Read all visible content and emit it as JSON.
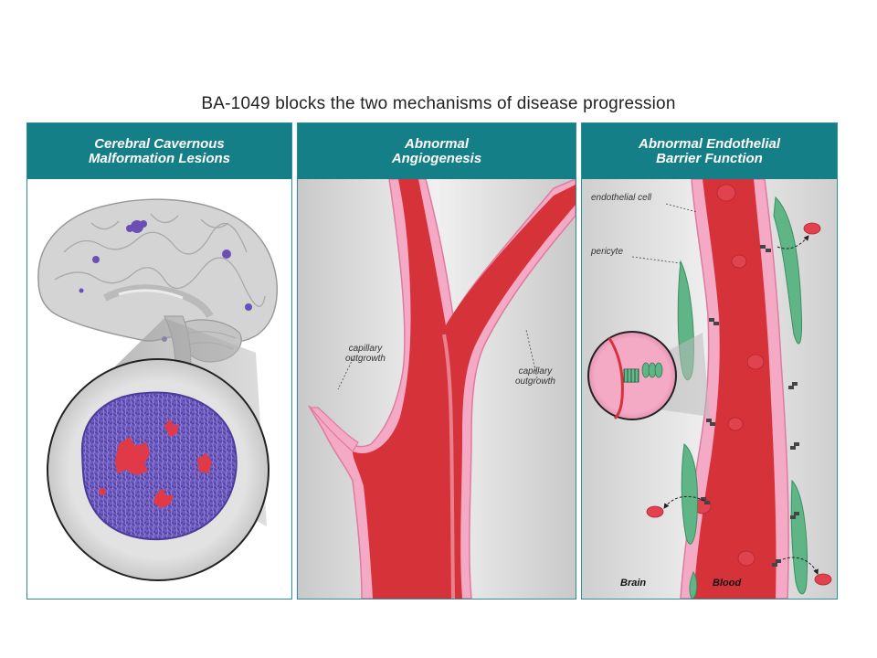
{
  "title": "BA-1049  blocks the two mechanisms of disease progression",
  "panels": [
    {
      "header_line1": "Cerebral Cavernous",
      "header_line2": "Malformation Lesions"
    },
    {
      "header_line1": "Abnormal",
      "header_line2": "Angiogenesis",
      "labels": {
        "left_outgrowth_line1": "capillary",
        "left_outgrowth_line2": "outgrowth",
        "right_outgrowth_line1": "capillary",
        "right_outgrowth_line2": "outgrowth"
      }
    },
    {
      "header_line1": "Abnormal Endothelial",
      "header_line2": "Barrier Function",
      "labels": {
        "endothelial_cell": "endothelial cell",
        "pericyte": "pericyte",
        "brain": "Brain",
        "blood": "Blood"
      }
    }
  ],
  "colors": {
    "header": "#157f88",
    "vessel": "#d6323a",
    "vessel_wall": "#f4a9c4",
    "pericyte": "#5fb585",
    "lesion": "#6b57b5",
    "brain": "#cfcfcf"
  }
}
